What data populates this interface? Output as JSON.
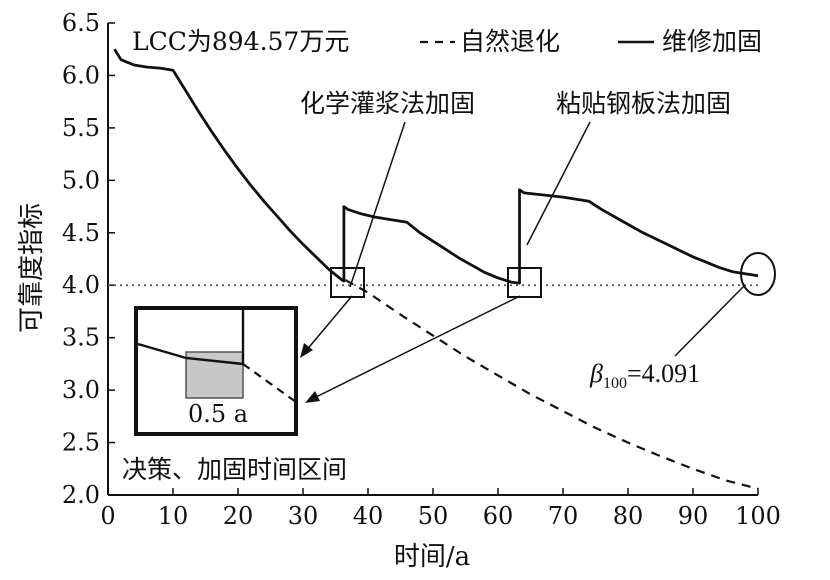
{
  "chart_data": {
    "type": "line",
    "xlabel": "时间/a",
    "ylabel": "可靠度指标",
    "xlim": [
      0,
      100
    ],
    "ylim": [
      2.0,
      6.5
    ],
    "x_ticks": [
      0,
      10,
      20,
      30,
      40,
      50,
      60,
      70,
      80,
      90,
      100
    ],
    "y_ticks": [
      2.0,
      2.5,
      3.0,
      3.5,
      4.0,
      4.5,
      5.0,
      5.5,
      6.0,
      6.5
    ],
    "x_tick_labels": [
      "0",
      "10",
      "20",
      "30",
      "40",
      "50",
      "60",
      "70",
      "80",
      "90",
      "100"
    ],
    "y_tick_labels": [
      "2.0",
      "2.5",
      "3.0",
      "3.5",
      "4.0",
      "4.5",
      "5.0",
      "5.5",
      "6.0",
      "6.5"
    ],
    "threshold": 4.0,
    "legend": {
      "lcc_text": "LCC为894.57万元",
      "entries": [
        {
          "label": "自然退化",
          "style": "dashed"
        },
        {
          "label": "维修加固",
          "style": "solid"
        }
      ]
    },
    "series": [
      {
        "name": "自然退化",
        "style": "dashed",
        "x": [
          36.5,
          40,
          45,
          50,
          55,
          60,
          65,
          70,
          75,
          80,
          85,
          90,
          95,
          100
        ],
        "y": [
          4.05,
          3.93,
          3.72,
          3.52,
          3.32,
          3.14,
          2.96,
          2.8,
          2.64,
          2.5,
          2.37,
          2.25,
          2.14,
          2.06
        ]
      },
      {
        "name": "维修加固",
        "style": "solid",
        "x": [
          1,
          2,
          4,
          6,
          8,
          10,
          12,
          14,
          16,
          18,
          20,
          22,
          24,
          26,
          28,
          30,
          32,
          34,
          36,
          36.3,
          36.3,
          37,
          39,
          41,
          43,
          46,
          48,
          50,
          52,
          54,
          56,
          58,
          60,
          62,
          63.3,
          63.3,
          64,
          67,
          70,
          74,
          76,
          78,
          80,
          82,
          84,
          86,
          88,
          90,
          92,
          94,
          96,
          98,
          100
        ],
        "y": [
          6.25,
          6.15,
          6.1,
          6.08,
          6.07,
          6.05,
          5.85,
          5.65,
          5.46,
          5.28,
          5.11,
          4.95,
          4.8,
          4.66,
          4.52,
          4.39,
          4.27,
          4.15,
          4.05,
          4.04,
          4.75,
          4.72,
          4.68,
          4.65,
          4.63,
          4.6,
          4.5,
          4.42,
          4.34,
          4.26,
          4.19,
          4.12,
          4.07,
          4.03,
          4.02,
          4.91,
          4.88,
          4.86,
          4.84,
          4.8,
          4.72,
          4.65,
          4.58,
          4.51,
          4.45,
          4.39,
          4.33,
          4.27,
          4.22,
          4.17,
          4.13,
          4.11,
          4.09
        ]
      }
    ],
    "annotations": {
      "grouting": "化学灌浆法加固",
      "steel_plate": "粘贴钢板法加固",
      "beta_symbol": "β",
      "beta_sub": "100",
      "beta_value": "=4.091",
      "inset_label": "0.5 a",
      "decision_text": "决策、加固时间区间"
    },
    "colors": {
      "line": "#111111",
      "grid_dotted": "#555555",
      "inset_fill": "#c8c8c8"
    }
  }
}
